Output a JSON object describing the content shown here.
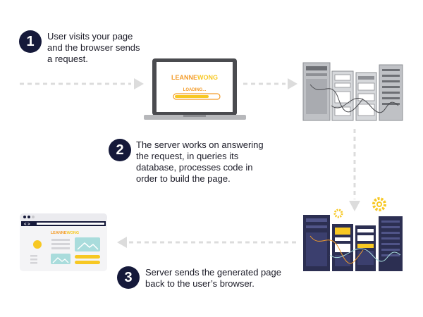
{
  "steps": [
    {
      "number": "1",
      "lines": [
        "User visits your page",
        "and the browser sends",
        "a request."
      ]
    },
    {
      "number": "2",
      "lines": [
        "The server works on answering",
        "the request, in queries its",
        "database, processes code in",
        "order to build the page."
      ]
    },
    {
      "number": "3",
      "lines": [
        "Server sends the generated page",
        "back to the user’s browser."
      ]
    }
  ],
  "laptop": {
    "brand_first": "LEANNE",
    "brand_second": "WONG",
    "loading_text": "LOADING..."
  },
  "browser": {
    "nav_arrows": "< >",
    "brand_first": "LEANNE",
    "brand_second": "WONG"
  },
  "colors": {
    "navy": "#15193a",
    "orange": "#f39c2a",
    "yellow": "#f7c823",
    "teal_light": "#a9dcdc",
    "gray_server": "#c2c4c8",
    "dark_server": "#2c2f52"
  }
}
